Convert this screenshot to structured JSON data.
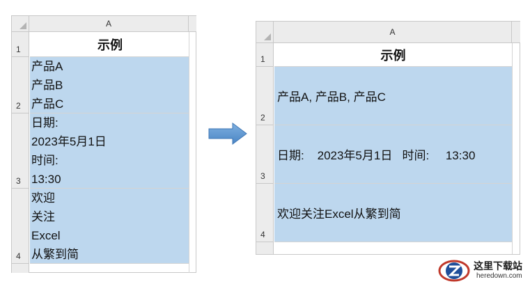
{
  "left_sheet": {
    "column_header": "A",
    "rows": [
      {
        "num": "1",
        "lines": [
          "示例"
        ]
      },
      {
        "num": "2",
        "lines": [
          "产品A",
          "产品B",
          "产品C"
        ]
      },
      {
        "num": "3",
        "lines": [
          "日期:",
          "2023年5月1日",
          "时间:",
          "13:30"
        ]
      },
      {
        "num": "4",
        "lines": [
          "欢迎",
          "关注",
          "Excel",
          "从繁到简"
        ]
      }
    ]
  },
  "right_sheet": {
    "column_header": "A",
    "rows": [
      {
        "num": "1",
        "text": "示例"
      },
      {
        "num": "2",
        "text": "产品A, 产品B, 产品C"
      },
      {
        "num": "3",
        "text": "日期:    2023年5月1日   时间:     13:30"
      },
      {
        "num": "4",
        "text": "欢迎关注Excel从繁到简"
      }
    ]
  },
  "colors": {
    "cell_fill": "#bdd7ee",
    "arrow": "#5b9bd5",
    "header_fill": "#ececec"
  },
  "watermark": {
    "chinese": "这里下载站",
    "english": "heredown.com",
    "icon": "heredown-logo-icon"
  }
}
